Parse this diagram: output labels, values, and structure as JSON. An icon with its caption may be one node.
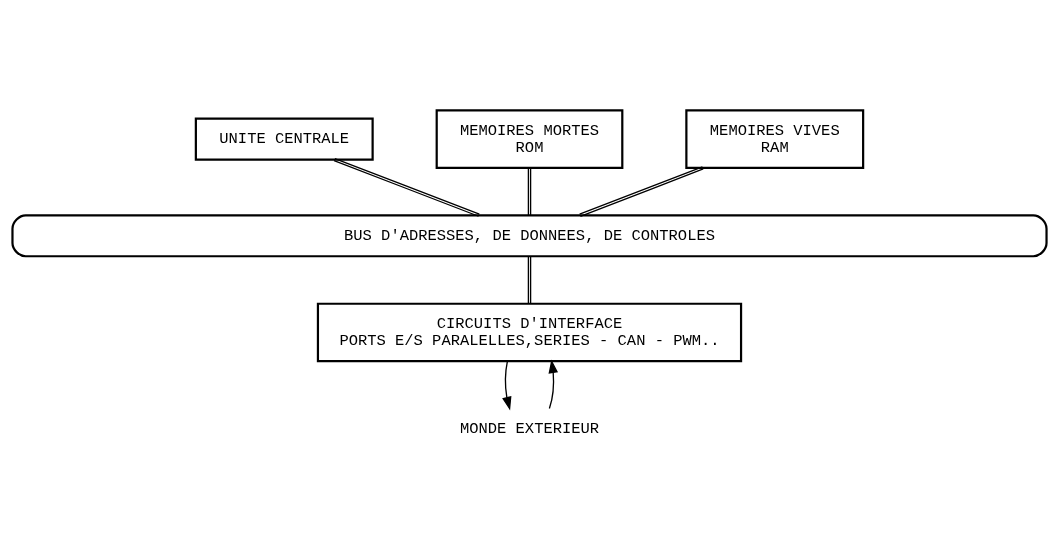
{
  "diagram": {
    "nodes": [
      {
        "text": [
          "UNITE CENTRALE"
        ]
      },
      {
        "text": [
          "MEMOIRES MORTES",
          "ROM"
        ]
      },
      {
        "text": [
          "MEMOIRES VIVES",
          "RAM"
        ]
      },
      {
        "text": [
          "BUS D'ADRESSES, DE DONNEES, DE CONTROLES"
        ]
      },
      {
        "text": [
          "CIRCUITS D'INTERFACE",
          "PORTS E/S PARALELLES,SERIES - CAN - PWM.."
        ]
      },
      {
        "text": [
          "MONDE EXTERIEUR"
        ]
      }
    ],
    "edges": [
      {
        "from": 0,
        "to": 3,
        "arrow": "none"
      },
      {
        "from": 1,
        "to": 3,
        "arrow": "none"
      },
      {
        "from": 2,
        "to": 3,
        "arrow": "none"
      },
      {
        "from": 3,
        "to": 4,
        "arrow": "none"
      },
      {
        "from": 4,
        "to": 5,
        "arrow": "to"
      },
      {
        "from": 5,
        "to": 4,
        "arrow": "to"
      }
    ]
  }
}
